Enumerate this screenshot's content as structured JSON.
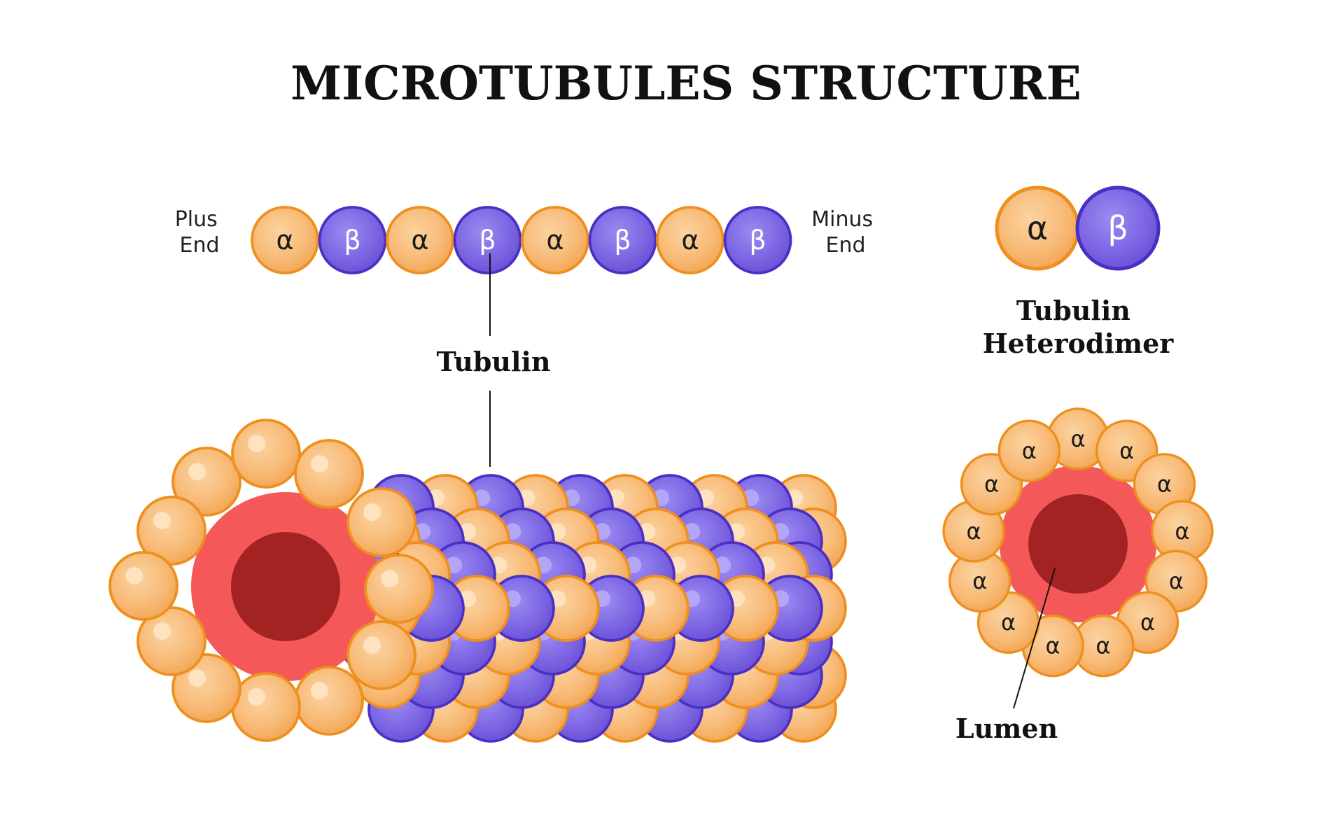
{
  "title": "MICROTUBULES STRUCTURE",
  "protofilament": {
    "plus_end": [
      "Plus",
      "End"
    ],
    "minus_end": [
      "Minus",
      "End"
    ],
    "subunits": [
      "α",
      "β",
      "α",
      "β",
      "α",
      "β",
      "α",
      "β"
    ]
  },
  "heterodimer": {
    "alpha": "α",
    "beta": "β",
    "label": [
      "Tubulin",
      "Heterodimer"
    ]
  },
  "tubulin_label": "Tubulin",
  "cross_section": {
    "subunit_label": "α",
    "subunit_count": 13,
    "lumen_label": "Lumen"
  },
  "colors": {
    "alpha_fill": "#F7B56A",
    "alpha_stroke": "#EE8F1E",
    "beta_fill": "#7A62E0",
    "beta_stroke": "#4A2FC4",
    "tube_wall": "#F45858",
    "lumen": "#A32222"
  }
}
